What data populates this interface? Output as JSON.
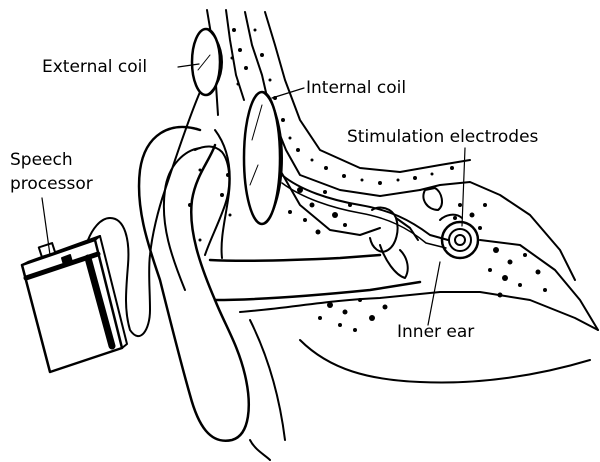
{
  "labels": {
    "external_coil": "External coil",
    "internal_coil": "Internal coil",
    "stimulation_electrodes": "Stimulation electrodes",
    "speech_processor_line1": "Speech",
    "speech_processor_line2": "processor",
    "inner_ear": "Inner ear"
  },
  "colors": {
    "ink": "#000000",
    "paper": "#ffffff"
  }
}
